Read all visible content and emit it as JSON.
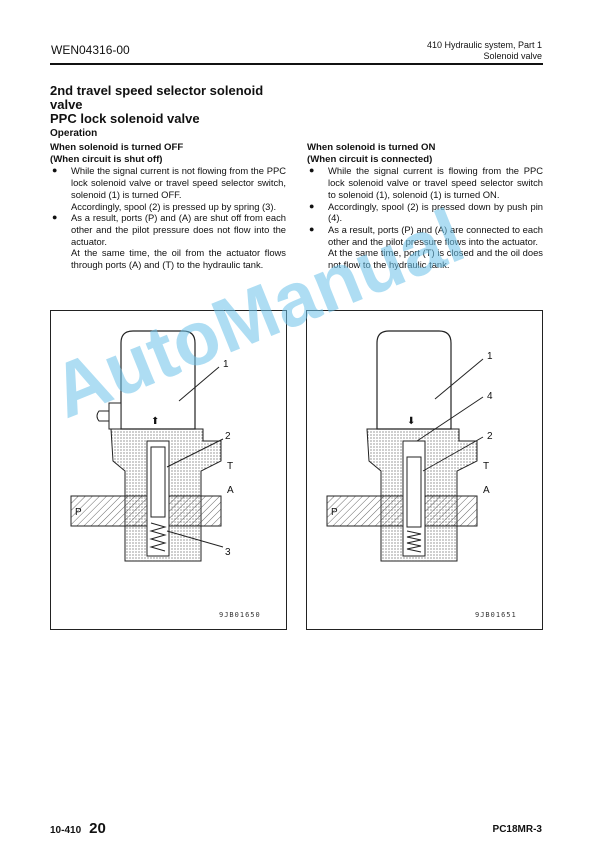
{
  "header": {
    "doc_code": "WEN04316-00",
    "section": "410 Hydraulic system, Part 1",
    "subsection": "Solenoid valve"
  },
  "title": {
    "line1": "2nd travel speed selector solenoid valve",
    "line2": "PPC lock solenoid valve",
    "operation": "Operation"
  },
  "left": {
    "heading": "When solenoid is turned OFF",
    "subheading": "(When circuit is shut off)",
    "bullets": [
      {
        "para1": "While the signal current is not flowing from the PPC lock solenoid valve or travel speed selector switch, solenoid (1) is turned OFF.",
        "para2": "Accordingly, spool (2) is pressed up by spring (3)."
      },
      {
        "para1": "As a result, ports (P) and (A) are shut off from each other and the pilot pressure does not flow into the actuator.",
        "para2": "At the same time, the oil from the actuator flows through ports (A) and (T) to the hydraulic tank."
      }
    ]
  },
  "right": {
    "heading": "When solenoid is turned ON",
    "subheading": "(When circuit is connected)",
    "bullets": [
      {
        "para1": "While the signal current is flowing from the PPC lock solenoid valve or travel speed selector switch to solenoid (1), solenoid (1) is turned ON."
      },
      {
        "para1": "Accordingly, spool (2) is pressed down by push pin (4)."
      },
      {
        "para1": "As a result, ports (P) and (A) are connected to each other and the pilot pressure flows into the actuator.",
        "para2": "At the same time, port (T) is closed and the oil does not flow to the hydraulic tank."
      }
    ]
  },
  "bullet_glyph": "●",
  "figures": {
    "left": {
      "code": "9JB01650",
      "callouts": [
        "1",
        "2",
        "3"
      ],
      "ports": {
        "t": "T",
        "a": "A",
        "p": "P"
      },
      "arrow": "⬆"
    },
    "right": {
      "code": "9JB01651",
      "callouts": [
        "1",
        "4",
        "2"
      ],
      "ports": {
        "t": "T",
        "a": "A",
        "p": "P"
      },
      "arrow": "⬇"
    }
  },
  "watermark": "AutoManual",
  "footer": {
    "section_no": "10-410",
    "page_no": "20",
    "model": "PC18MR-3"
  }
}
